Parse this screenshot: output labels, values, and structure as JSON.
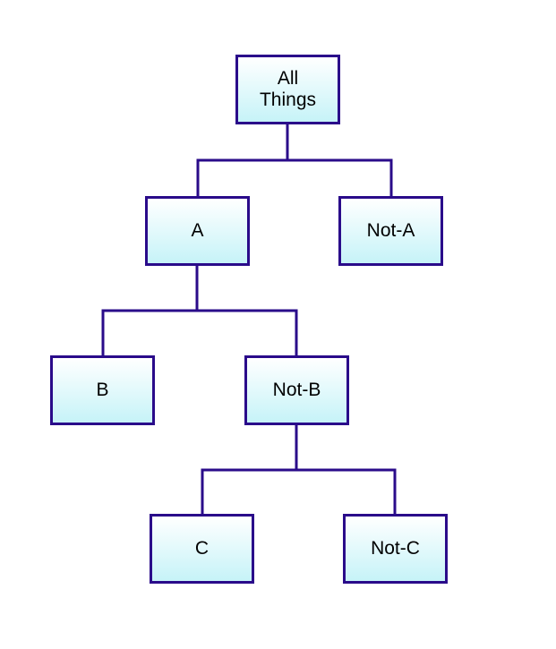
{
  "diagram": {
    "type": "tree",
    "colors": {
      "border": "#2a0b8a",
      "connector": "#2a0b8a",
      "fill_top": "#ffffff",
      "fill_bottom": "#c6f3f8"
    },
    "nodes": {
      "all_things": {
        "label": "All\nThings"
      },
      "a": {
        "label": "A"
      },
      "not_a": {
        "label": "Not-A"
      },
      "b": {
        "label": "B"
      },
      "not_b": {
        "label": "Not-B"
      },
      "c": {
        "label": "C"
      },
      "not_c": {
        "label": "Not-C"
      }
    },
    "edges": [
      {
        "parent": "all_things",
        "children": [
          "a",
          "not_a"
        ]
      },
      {
        "parent": "a",
        "children": [
          "b",
          "not_b"
        ]
      },
      {
        "parent": "not_b",
        "children": [
          "c",
          "not_c"
        ]
      }
    ]
  }
}
